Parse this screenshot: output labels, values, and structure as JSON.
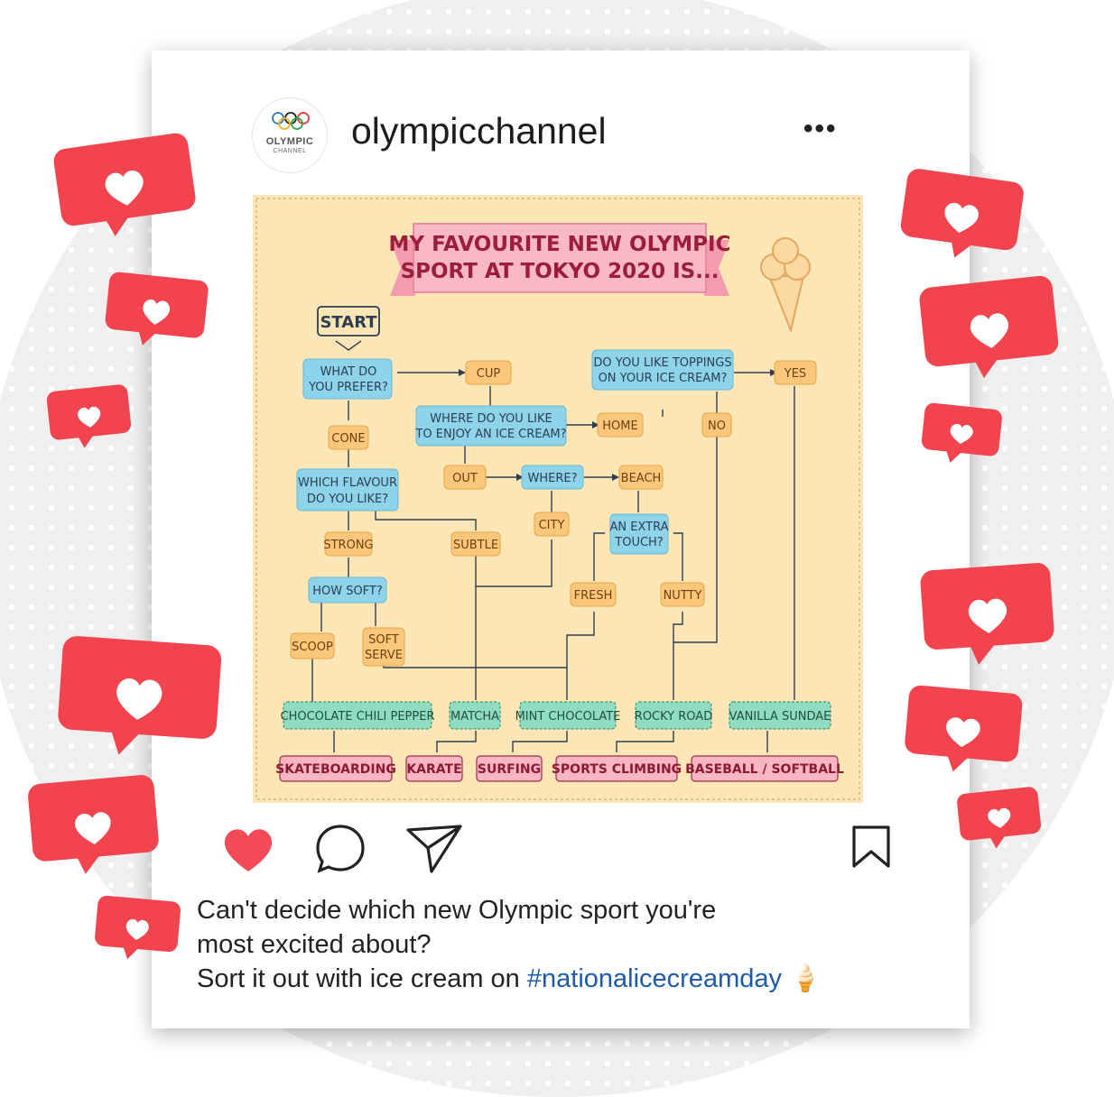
{
  "post": {
    "username": "olympicchannel",
    "avatar_text": "OLYMPIC",
    "avatar_subtext": "CHANNEL",
    "more_icon": "•••"
  },
  "infographic": {
    "banner_line1": "MY FAVOURITE NEW OLYMPIC",
    "banner_line2": "SPORT AT TOKYO 2020 IS...",
    "start": "START",
    "questions": {
      "what_do_1": "WHAT DO",
      "what_do_2": "YOU PREFER?",
      "which_flavour_1": "WHICH FLAVOUR",
      "which_flavour_2": "DO YOU LIKE?",
      "how_soft": "HOW SOFT?",
      "where_enjoy_1": "WHERE DO YOU LIKE",
      "where_enjoy_2": "TO ENJOY AN ICE CREAM?",
      "where": "WHERE?",
      "extra_touch_1": "AN EXTRA",
      "extra_touch_2": "TOUCH?",
      "toppings_1": "DO YOU LIKE TOPPINGS",
      "toppings_2": "ON YOUR ICE CREAM?"
    },
    "answers": {
      "cup": "CUP",
      "cone": "CONE",
      "strong": "STRONG",
      "subtle": "SUBTLE",
      "scoop": "SCOOP",
      "soft_1": "SOFT",
      "soft_2": "SERVE",
      "home": "HOME",
      "out": "OUT",
      "beach": "BEACH",
      "city": "CITY",
      "fresh": "FRESH",
      "nutty": "NUTTY",
      "yes": "YES",
      "no": "NO"
    },
    "flavours": {
      "chili": "CHOCOLATE CHILI PEPPER",
      "matcha": "MATCHA",
      "mint": "MINT CHOCOLATE",
      "rocky": "ROCKY ROAD",
      "vanilla": "VANILLA SUNDAE"
    },
    "sports": {
      "skateboarding": "SKATEBOARDING",
      "karate": "KARATE",
      "surfing": "SURFING",
      "climbing": "SPORTS CLIMBING",
      "baseball": "BASEBALL / SOFTBALL"
    }
  },
  "actions": {
    "like_icon": "heart-icon",
    "comment_icon": "comment-icon",
    "share_icon": "send-icon",
    "save_icon": "bookmark-icon"
  },
  "caption": {
    "line1": "Can't decide which new Olympic sport you're",
    "line2": "most excited about?",
    "line3_text": "Sort it out with ice cream on ",
    "hashtag": "#nationalicecreamday",
    "emoji": "🍦"
  },
  "colors": {
    "question_box": "#8dd3ea",
    "answer_box": "#fbc77a",
    "flavour_box": "#8fdcc0",
    "sport_box": "#f7b6c2",
    "like_red": "#f24b57",
    "hashtag": "#1e5aa8"
  }
}
